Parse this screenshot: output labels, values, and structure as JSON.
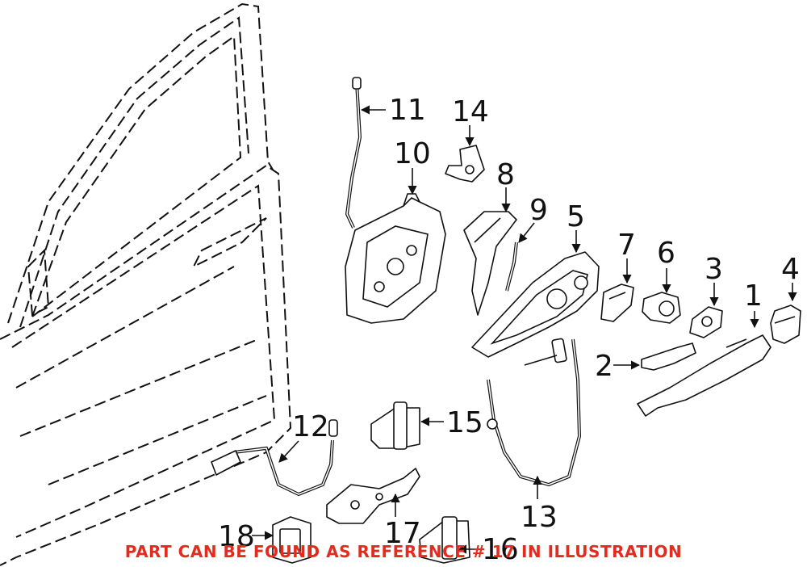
{
  "diagram": {
    "callouts": [
      {
        "id": "c1",
        "label": "1"
      },
      {
        "id": "c2",
        "label": "2"
      },
      {
        "id": "c3",
        "label": "3"
      },
      {
        "id": "c4",
        "label": "4"
      },
      {
        "id": "c5",
        "label": "5"
      },
      {
        "id": "c6",
        "label": "6"
      },
      {
        "id": "c7",
        "label": "7"
      },
      {
        "id": "c8",
        "label": "8"
      },
      {
        "id": "c9",
        "label": "9"
      },
      {
        "id": "c10",
        "label": "10"
      },
      {
        "id": "c11",
        "label": "11"
      },
      {
        "id": "c12",
        "label": "12"
      },
      {
        "id": "c13",
        "label": "13"
      },
      {
        "id": "c14",
        "label": "14"
      },
      {
        "id": "c15",
        "label": "15"
      },
      {
        "id": "c16",
        "label": "16"
      },
      {
        "id": "c17",
        "label": "17"
      },
      {
        "id": "c18",
        "label": "18"
      }
    ],
    "caption": "PART CAN BE FOUND AS REFERENCE # 17 IN ILLUSTRATION",
    "caption_color": "#e52b1f",
    "line_color": "#111111"
  }
}
